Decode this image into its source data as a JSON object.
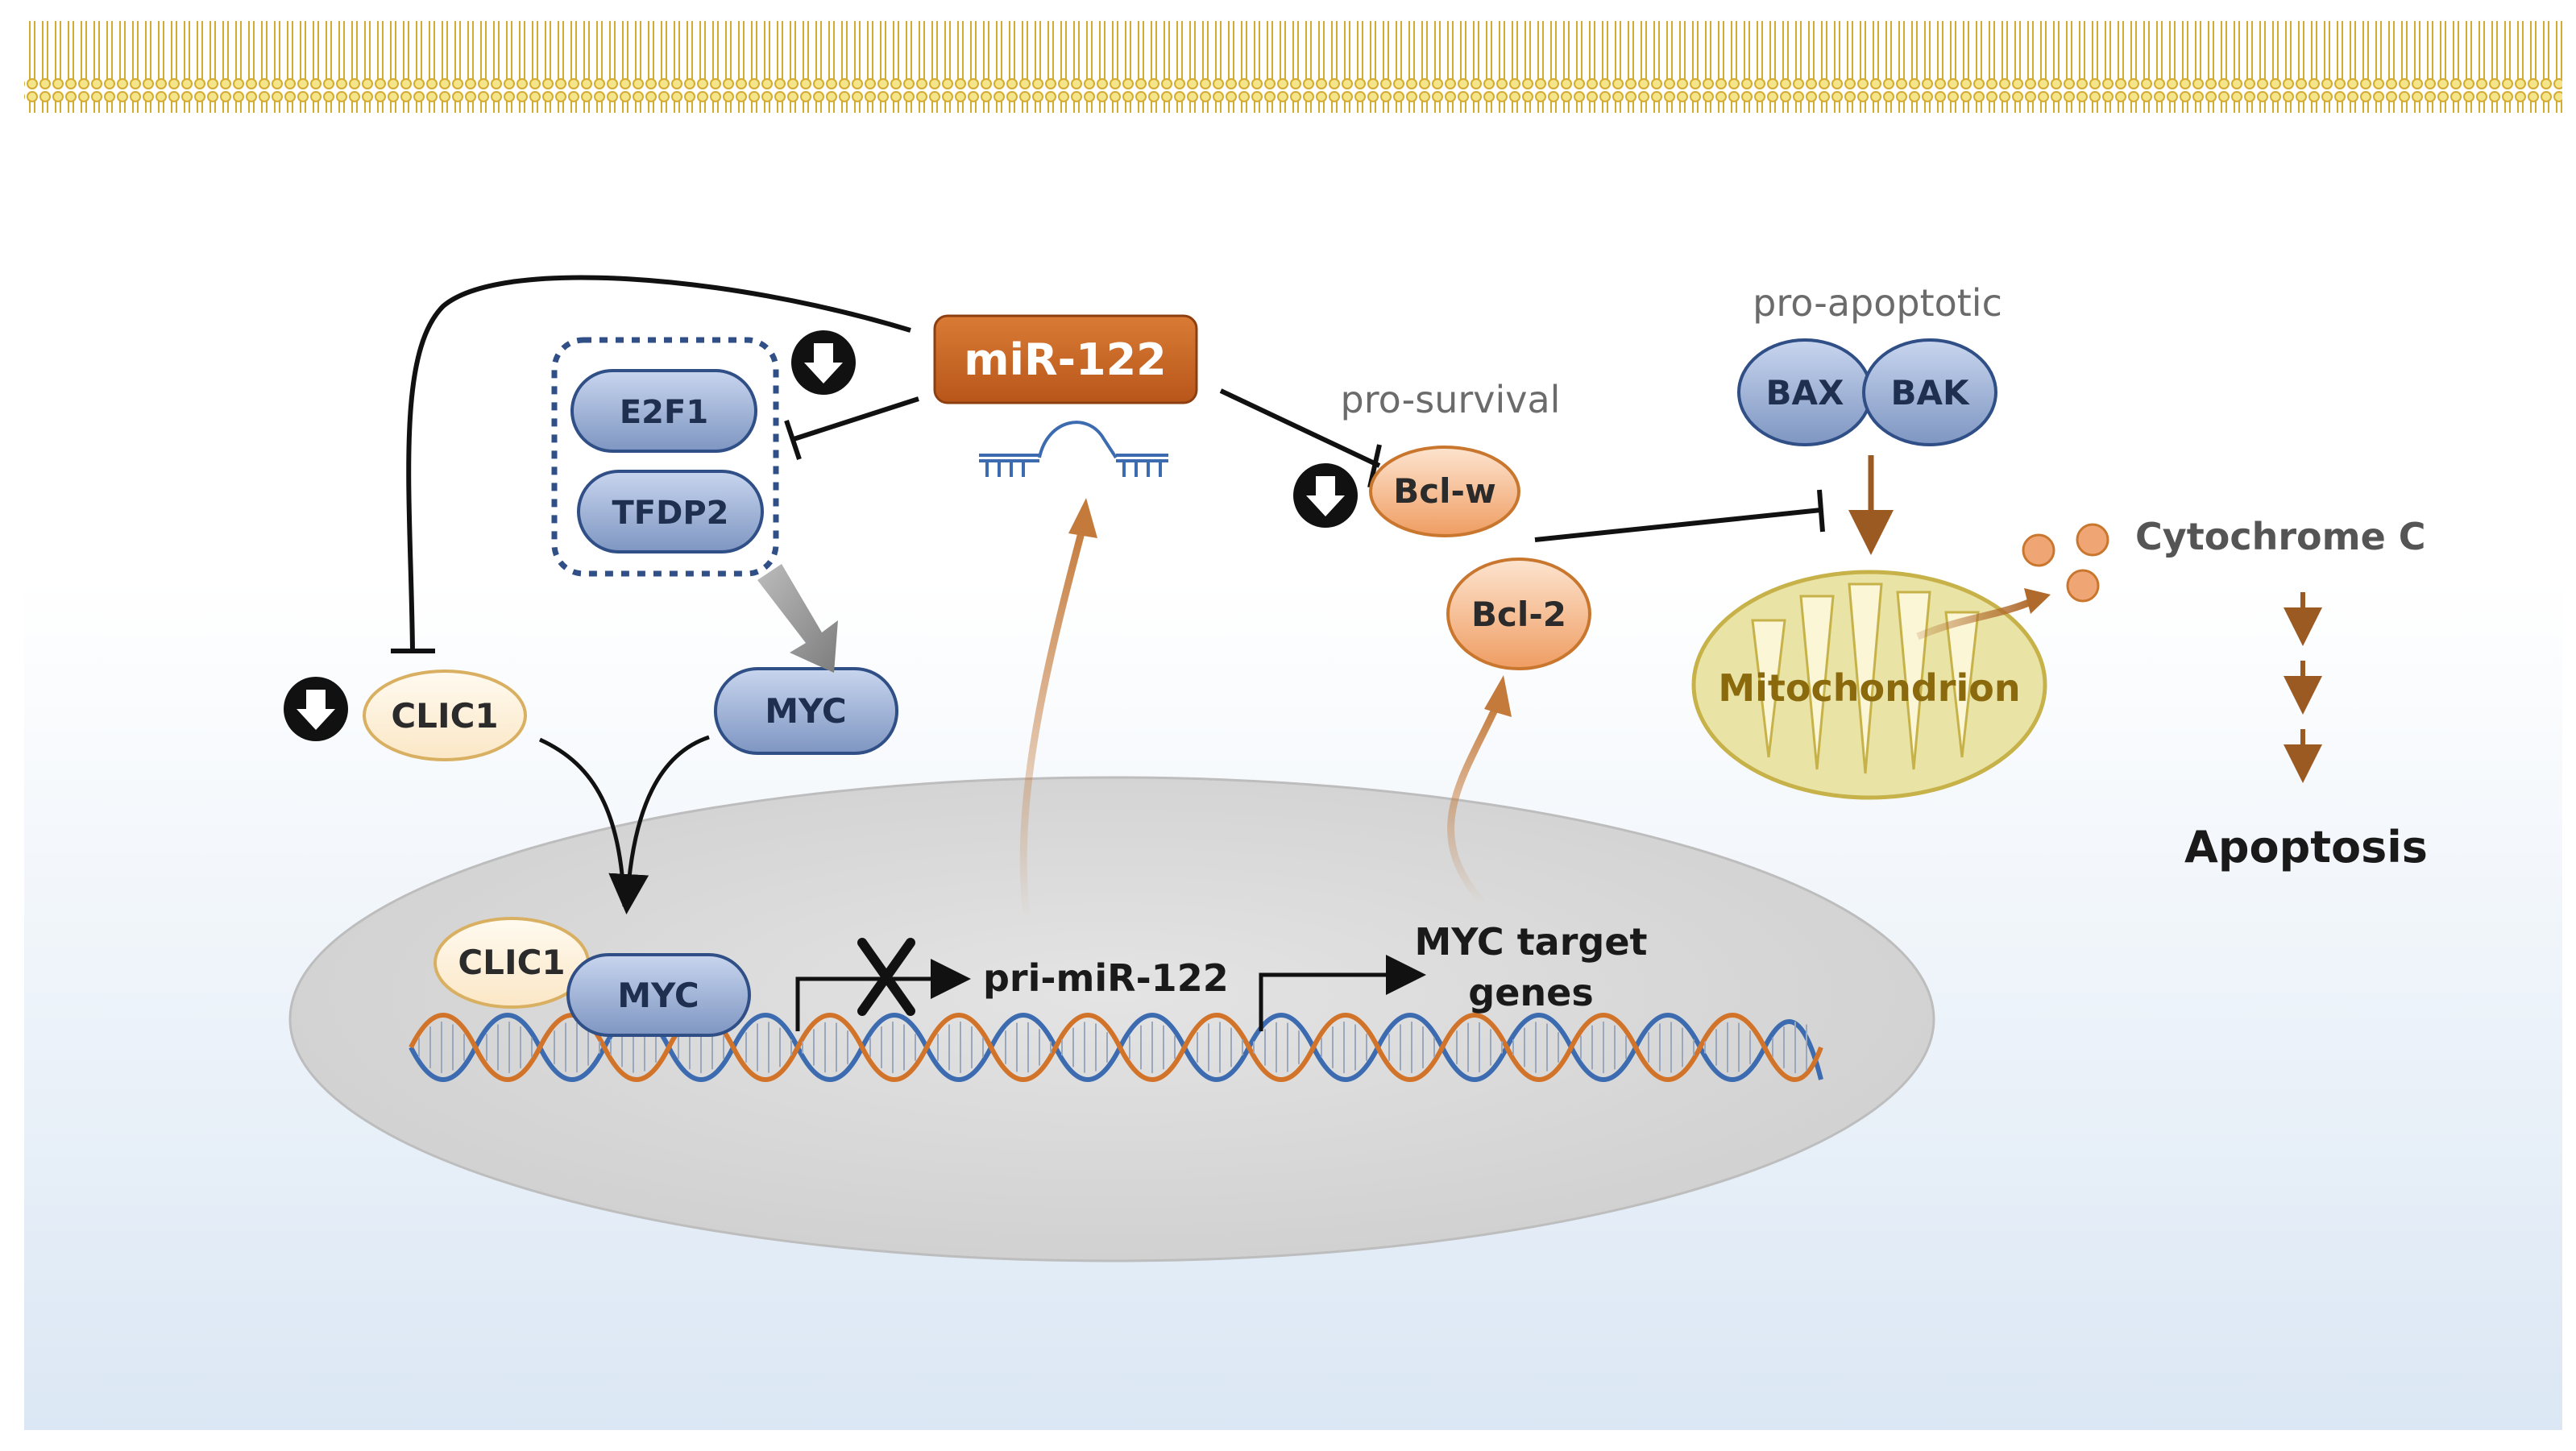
{
  "labels": {
    "mir122": "miR-122",
    "e2f1": "E2F1",
    "tfdp2": "TFDP2",
    "clic1": "CLIC1",
    "myc": "MYC",
    "nuclear_clic1": "CLIC1",
    "nuclear_myc": "MYC",
    "pri_mir122": "pri-miR-122",
    "myc_targets_line1": "MYC target",
    "myc_targets_line2": "genes",
    "pro_survival": "pro-survival",
    "bcl_w": "Bcl-w",
    "bcl_2": "Bcl-2",
    "pro_apoptotic": "pro-apoptotic",
    "bax": "BAX",
    "bak": "BAK",
    "mitochondrion": "Mitochondrion",
    "cytochrome_c": "Cytochrome C",
    "apoptosis": "Apoptosis"
  },
  "colors": {
    "mir_fill": "#c8621b",
    "blue_fill": "#8fa6cf",
    "blue_stroke": "#2f4f86",
    "orange_fill": "#f3b487",
    "orange_stroke": "#c9772f",
    "beige_fill": "#fdf0d8",
    "beige_stroke": "#d9b062",
    "mito_fill": "#e9e3a5",
    "mito_stroke": "#c7b24a",
    "membrane": "#e8c84a",
    "nucleus": "#d9d9d9",
    "arrow_brown": "#9b5a22",
    "dna_blue": "#3d6bb0",
    "dna_orange": "#d2732a"
  },
  "icons": [
    "down-arrow-icon",
    "inhibition-bar-icon",
    "mirna-hairpin-icon",
    "dna-helix-icon",
    "cross-icon"
  ]
}
